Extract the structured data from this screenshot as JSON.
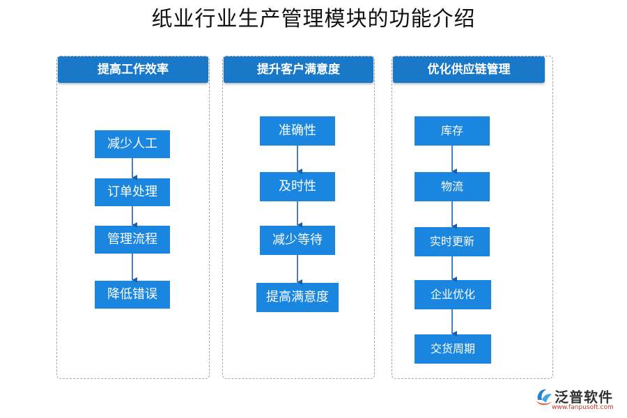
{
  "title": "纸业行业生产管理模块的功能介绍",
  "columns": [
    {
      "header": "提高工作效率",
      "steps": [
        "减少人工",
        "订单处理",
        "管理流程",
        "降低错误"
      ]
    },
    {
      "header": "提升客户满意度",
      "steps": [
        "准确性",
        "及时性",
        "减少等待",
        "提高满意度"
      ]
    },
    {
      "header": "优化供应链管理",
      "steps": [
        "库存",
        "物流",
        "实时更新",
        "企业优化",
        "交货周期"
      ]
    }
  ],
  "colors": {
    "header_bg": "#1a78c9",
    "step_bg": "#1a86e0",
    "arrow": "#1a5fa8",
    "border": "#9aa5b5"
  },
  "logo": {
    "name": "泛普软件",
    "url": "www.fanpusoft.com",
    "icon": "fanpu-logo-icon"
  }
}
